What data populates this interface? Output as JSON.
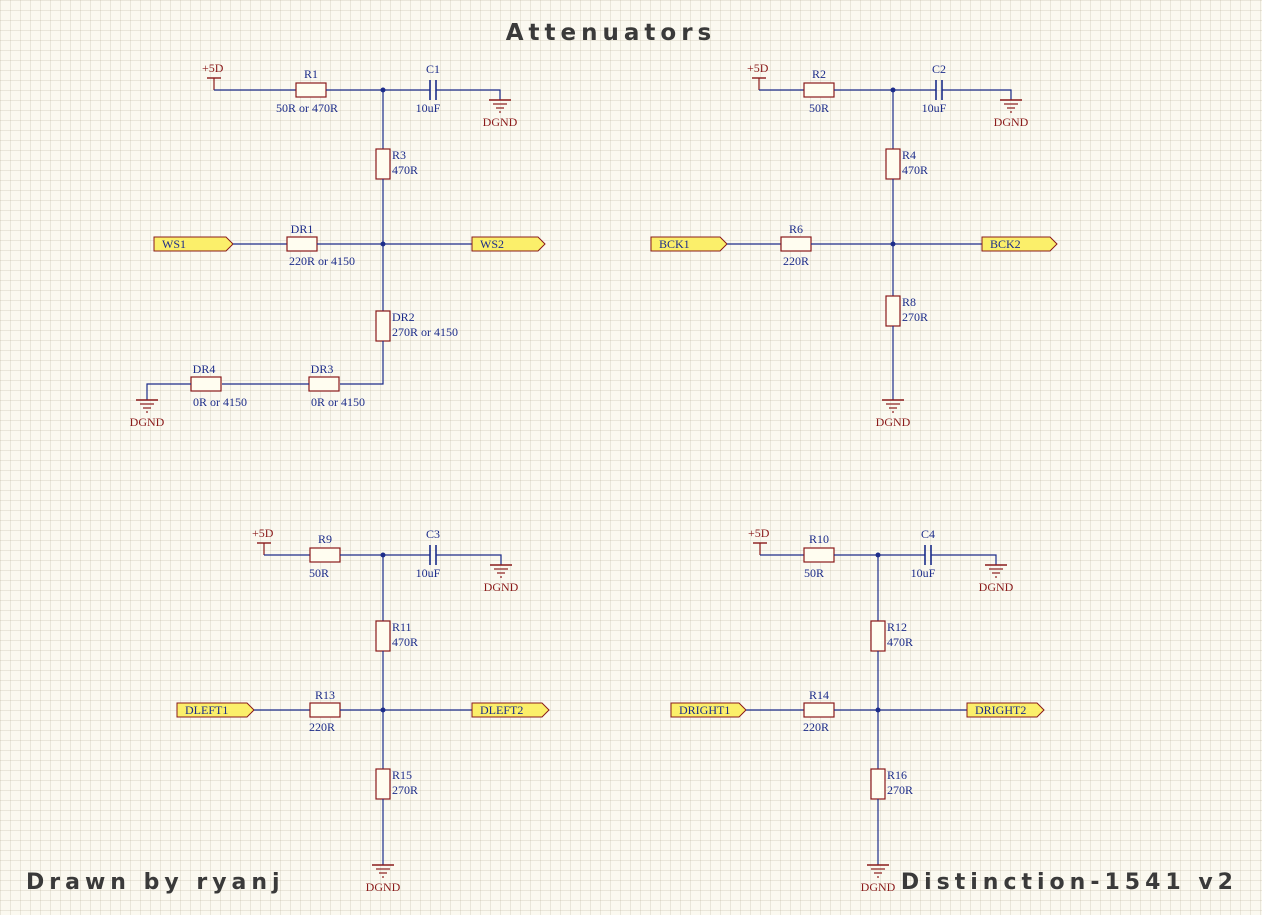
{
  "sheet": {
    "title": "Attenuators",
    "drawn_by": "Drawn by ryanj",
    "project": "Distinction-1541 v2"
  },
  "colors": {
    "wire": "#1c2c8a",
    "power": "#8a1a1a",
    "component_outline": "#8a1a1a",
    "port_fill": "#fbef6a",
    "background": "#fbf9f0"
  },
  "power_symbols": {
    "vcc": "+5D",
    "gnd": "DGND"
  },
  "blocks": [
    {
      "resistor_top": {
        "ref": "R1",
        "value": "50R or 470R"
      },
      "capacitor": {
        "ref": "C1",
        "value": "10uF"
      },
      "resistor_upper": {
        "ref": "R3",
        "value": "470R"
      },
      "resistor_in": {
        "ref": "DR1",
        "value": "220R or 4150"
      },
      "resistor_lower": {
        "ref": "DR2",
        "value": "270R or 4150"
      },
      "port_in": "WS1",
      "port_out": "WS2",
      "resistor_chain_a": {
        "ref": "DR4",
        "value": "0R or 4150"
      },
      "resistor_chain_b": {
        "ref": "DR3",
        "value": "0R or 4150"
      }
    },
    {
      "resistor_top": {
        "ref": "R2",
        "value": "50R"
      },
      "capacitor": {
        "ref": "C2",
        "value": "10uF"
      },
      "resistor_upper": {
        "ref": "R4",
        "value": "470R"
      },
      "resistor_in": {
        "ref": "R6",
        "value": "220R"
      },
      "resistor_lower": {
        "ref": "R8",
        "value": "270R"
      },
      "port_in": "BCK1",
      "port_out": "BCK2"
    },
    {
      "resistor_top": {
        "ref": "R9",
        "value": "50R"
      },
      "capacitor": {
        "ref": "C3",
        "value": "10uF"
      },
      "resistor_upper": {
        "ref": "R11",
        "value": "470R"
      },
      "resistor_in": {
        "ref": "R13",
        "value": "220R"
      },
      "resistor_lower": {
        "ref": "R15",
        "value": "270R"
      },
      "port_in": "DLEFT1",
      "port_out": "DLEFT2"
    },
    {
      "resistor_top": {
        "ref": "R10",
        "value": "50R"
      },
      "capacitor": {
        "ref": "C4",
        "value": "10uF"
      },
      "resistor_upper": {
        "ref": "R12",
        "value": "470R"
      },
      "resistor_in": {
        "ref": "R14",
        "value": "220R"
      },
      "resistor_lower": {
        "ref": "R16",
        "value": "270R"
      },
      "port_in": "DRIGHT1",
      "port_out": "DRIGHT2"
    }
  ]
}
